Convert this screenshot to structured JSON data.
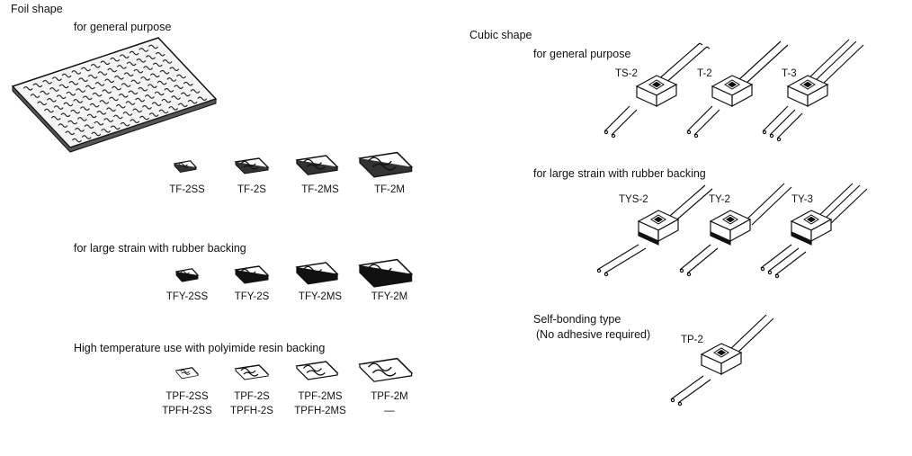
{
  "foil": {
    "title": "Foil shape",
    "general": {
      "heading": "for general purpose",
      "items": [
        "TF-2SS",
        "TF-2S",
        "TF-2MS",
        "TF-2M"
      ]
    },
    "rubber": {
      "heading": "for large strain with rubber backing",
      "items": [
        "TFY-2SS",
        "TFY-2S",
        "TFY-2MS",
        "TFY-2M"
      ]
    },
    "polyimide": {
      "heading": "High temperature use with polyimide resin backing",
      "items": [
        "TPF-2SS",
        "TPF-2S",
        "TPF-2MS",
        "TPF-2M"
      ],
      "items_alt": [
        "TPFH-2SS",
        "TPFH-2S",
        "TPFH-2MS",
        "—"
      ]
    }
  },
  "cubic": {
    "title": "Cubic shape",
    "general": {
      "heading": "for general purpose",
      "items": [
        "TS-2",
        "T-2",
        "T-3"
      ]
    },
    "rubber": {
      "heading": "for large strain with rubber backing",
      "items": [
        "TYS-2",
        "TY-2",
        "TY-3"
      ]
    },
    "selfbonding": {
      "heading": "Self-bonding type",
      "subheading": "(No adhesive required)",
      "items": [
        "TP-2"
      ]
    }
  }
}
